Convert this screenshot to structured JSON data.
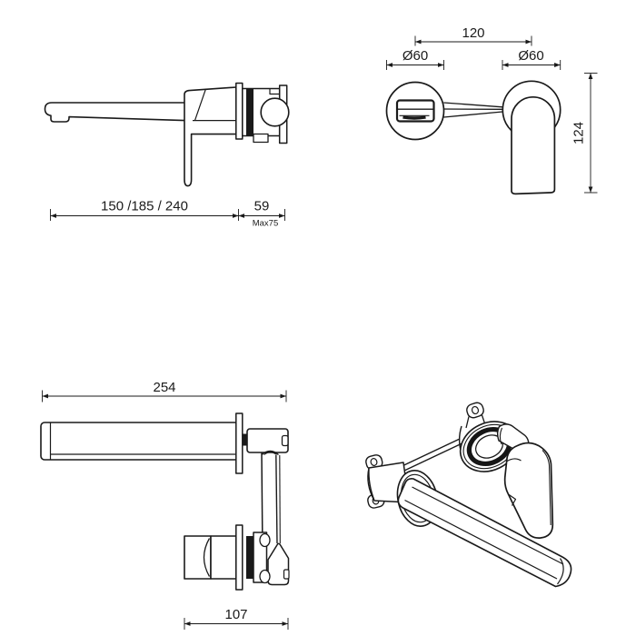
{
  "colors": {
    "line": "#1a1a1a",
    "background": "#ffffff"
  },
  "views": {
    "side": {
      "spout_length": "150 /185 / 240",
      "behind_wall_depth": "59",
      "max_note": "Max75"
    },
    "front": {
      "center_distance": "120",
      "spout_rosette_diameter": "Ø60",
      "handle_rosette_diameter": "Ø60",
      "handle_height": "124"
    },
    "top": {
      "overall_length": "254",
      "body_depth": "107"
    }
  }
}
